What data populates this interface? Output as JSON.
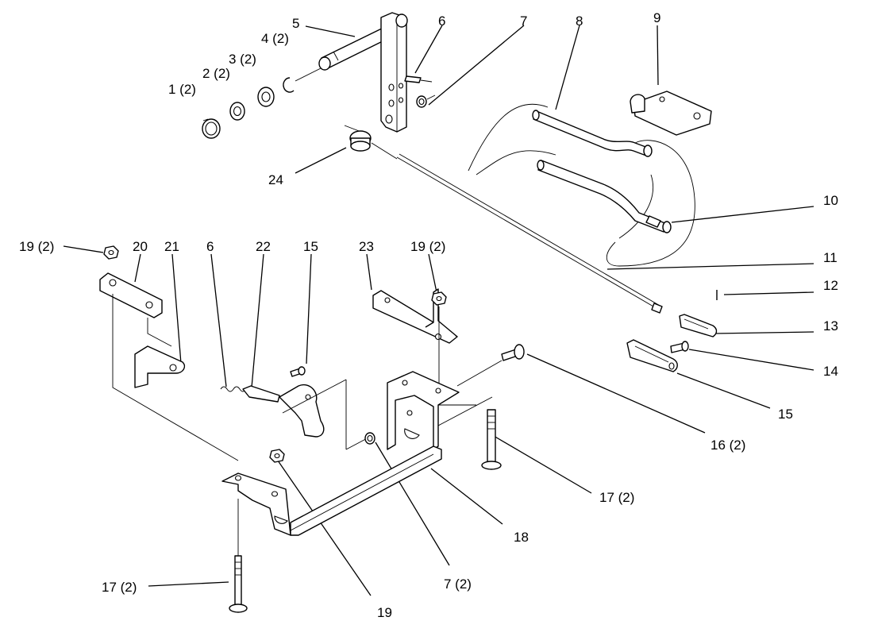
{
  "callouts": {
    "c1": "1 (2)",
    "c2": "2 (2)",
    "c3": "3 (2)",
    "c4": "4 (2)",
    "c5": "5",
    "c6a": "6",
    "c7a": "7",
    "c8": "8",
    "c9": "9",
    "c10": "10",
    "c11": "11",
    "c12": "12",
    "c13": "13",
    "c14": "14",
    "c15a": "15",
    "c16": "16 (2)",
    "c17a": "17 (2)",
    "c18": "18",
    "c19a": "19",
    "c7b": "7 (2)",
    "c17b": "17 (2)",
    "c24": "24",
    "c19b": "19 (2)",
    "c20": "20",
    "c21": "21",
    "c6b": "6",
    "c22": "22",
    "c15b": "15",
    "c23": "23",
    "c19c": "19 (2)"
  }
}
